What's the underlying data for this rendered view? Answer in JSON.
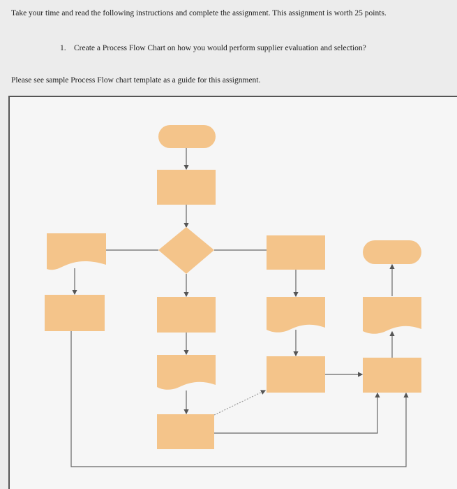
{
  "instructions": {
    "intro": "Take your time and read the following instructions and complete the assignment. This assignment is worth 25 points.",
    "task_number": "1.",
    "task_text": "Create a Process Flow Chart on how you would perform supplier evaluation and selection?",
    "note": "Please see sample Process Flow chart template as a guide for this assignment."
  },
  "flowchart": {
    "shape_fill": "#f4c48a",
    "line_color": "#666666"
  }
}
